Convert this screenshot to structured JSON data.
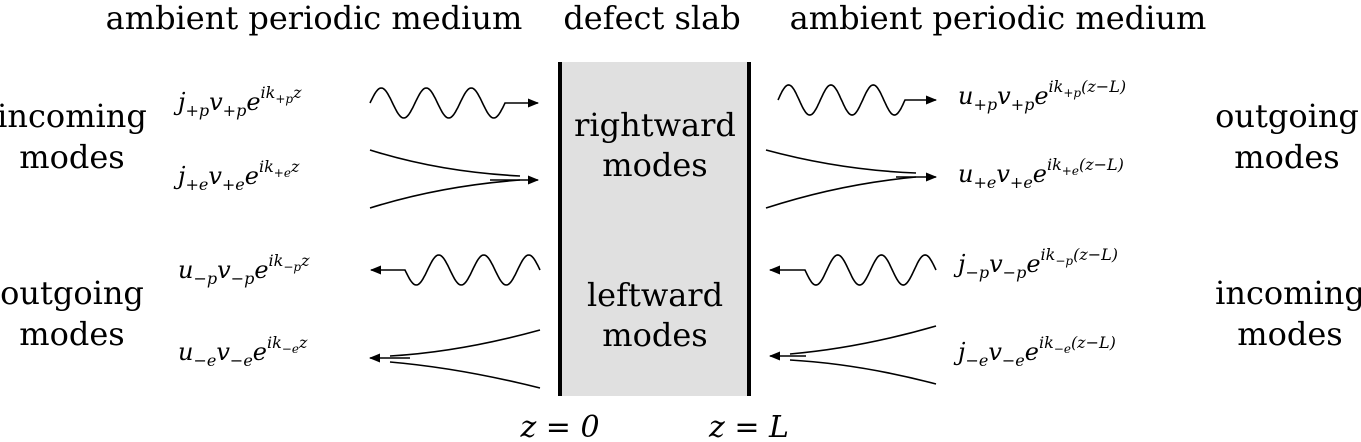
{
  "headings": {
    "left": "ambient periodic medium",
    "center": "defect slab",
    "right": "ambient periodic medium"
  },
  "side_labels": {
    "left_top": [
      "incoming",
      "modes"
    ],
    "left_bottom": [
      "outgoing",
      "modes"
    ],
    "right_top": [
      "outgoing",
      "modes"
    ],
    "right_bottom": [
      "incoming",
      "modes"
    ]
  },
  "slab": {
    "top_label": [
      "rightward",
      "modes"
    ],
    "bottom_label": [
      "leftward",
      "modes"
    ],
    "fill_color": "#e0e0e0"
  },
  "boundaries": {
    "left": "z = 0",
    "right": "z = L"
  },
  "formulas": {
    "left": [
      {
        "coef": "j",
        "sign": "+",
        "kind": "p",
        "phase": "z"
      },
      {
        "coef": "j",
        "sign": "+",
        "kind": "e",
        "phase": "z"
      },
      {
        "coef": "u",
        "sign": "−",
        "kind": "p",
        "phase": "z"
      },
      {
        "coef": "u",
        "sign": "−",
        "kind": "e",
        "phase": "z"
      }
    ],
    "right": [
      {
        "coef": "u",
        "sign": "+",
        "kind": "p",
        "phase": "(z−L)"
      },
      {
        "coef": "u",
        "sign": "+",
        "kind": "e",
        "phase": "(z−L)"
      },
      {
        "coef": "j",
        "sign": "−",
        "kind": "p",
        "phase": "(z−L)"
      },
      {
        "coef": "j",
        "sign": "−",
        "kind": "e",
        "phase": "(z−L)"
      }
    ]
  }
}
